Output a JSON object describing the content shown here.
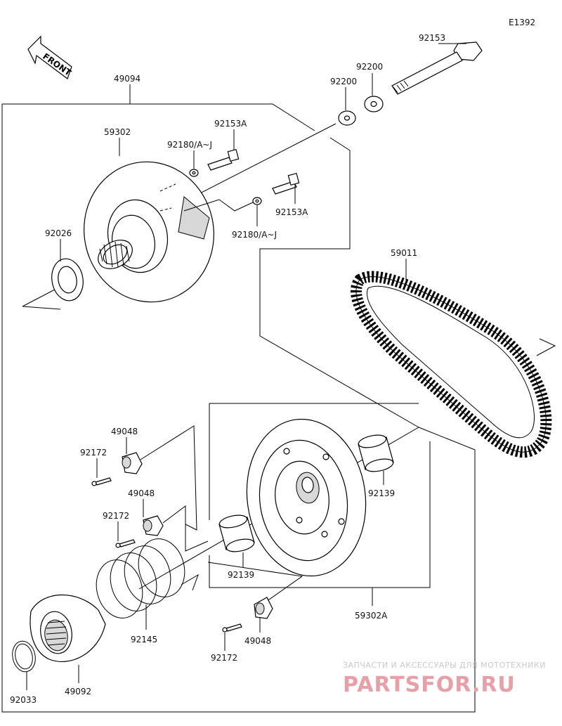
{
  "diagram": {
    "code": "E1392",
    "front_label": "FRONT",
    "labels": {
      "p49094": "49094",
      "p59302": "59302",
      "p92153a_top": "92153A",
      "p92180_top": "92180/A~J",
      "p92153": "92153",
      "p92200_a": "92200",
      "p92200_b": "92200",
      "p92026": "92026",
      "p92153a_bot": "92153A",
      "p92180_bot": "92180/A~J",
      "p59011": "59011",
      "p49048_a": "49048",
      "p92172_a": "92172",
      "p49048_b": "49048",
      "p92172_b": "92172",
      "p92139_a": "92139",
      "p92139_b": "92139",
      "p59302a": "59302A",
      "p92145": "92145",
      "p49048_c": "49048",
      "p92172_c": "92172",
      "p92033": "92033",
      "p49092": "49092"
    }
  },
  "watermark": {
    "tagline": "ЗАПЧАСТИ И АКСЕССУАРЫ ДЛЯ МОТОТЕХНИКИ",
    "brand": "PARTSFOR.RU"
  }
}
